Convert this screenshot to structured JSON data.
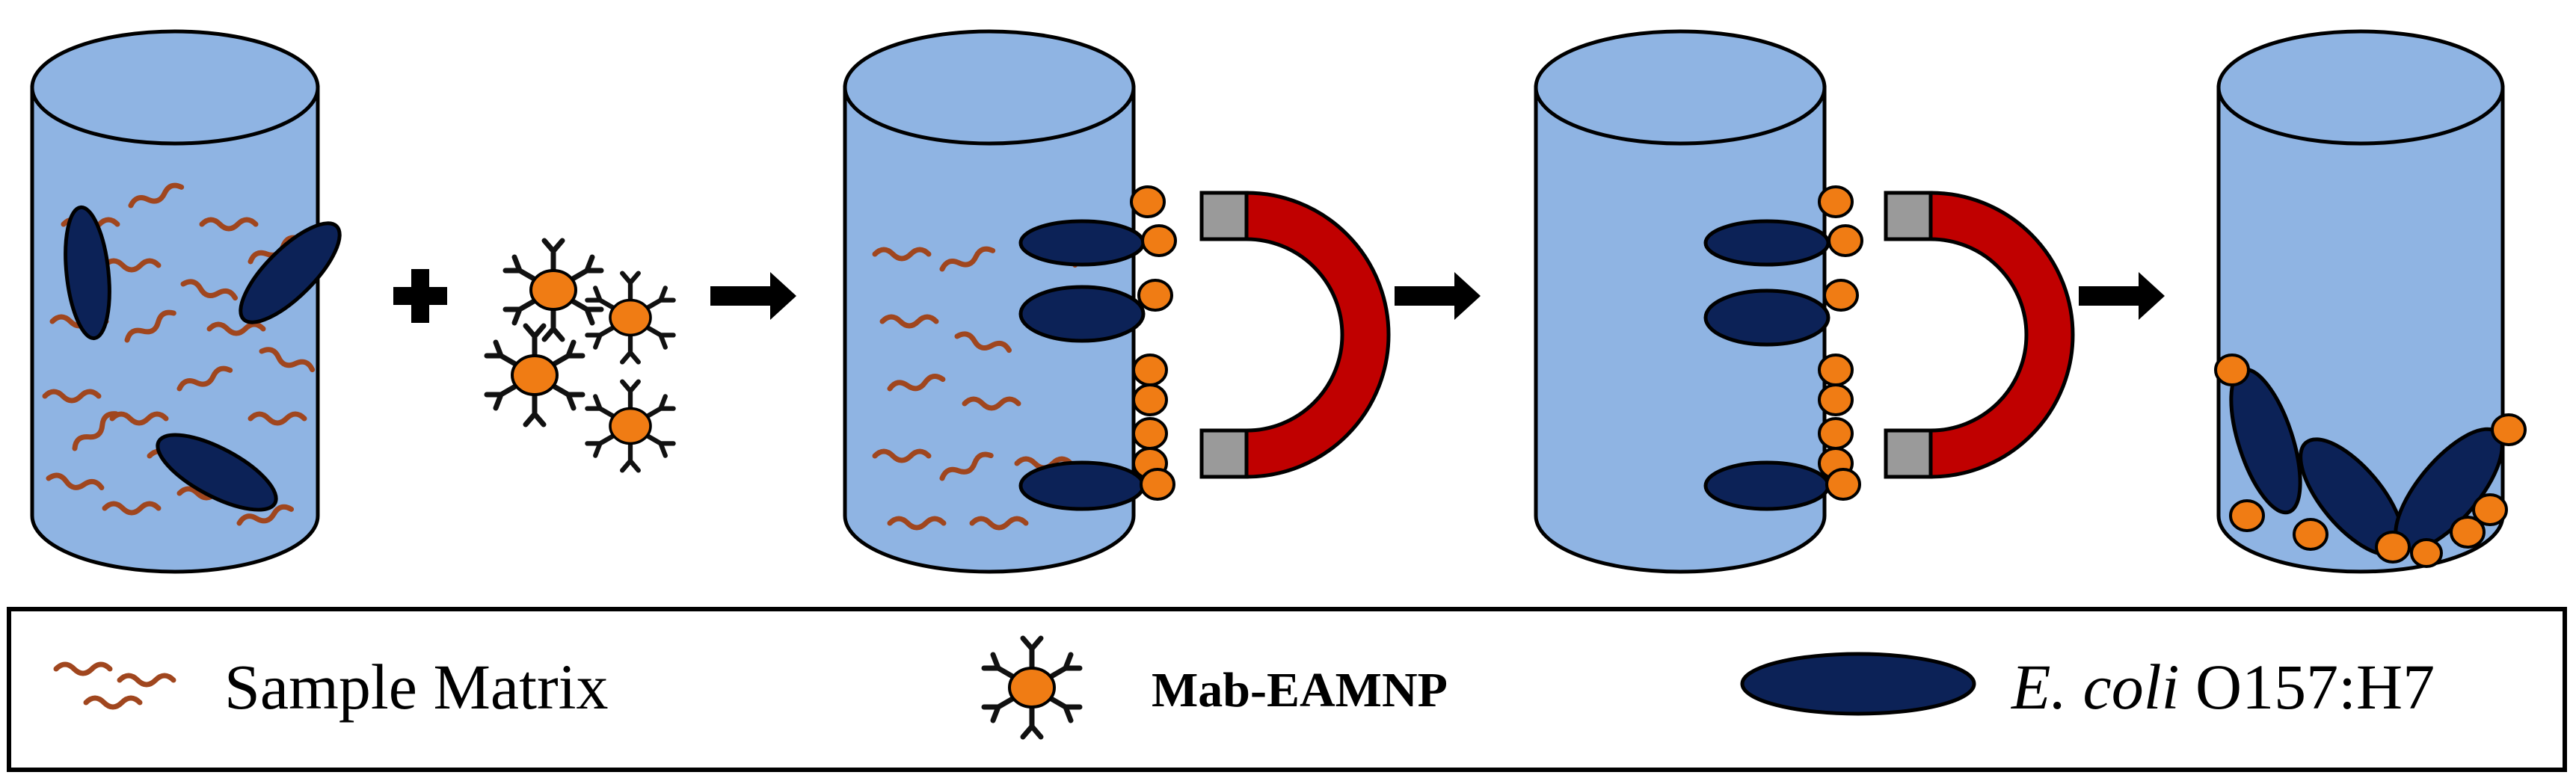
{
  "colors": {
    "liquid": "#8fb4e3",
    "outline": "#000000",
    "matrix": "#a0461e",
    "bacteria": "#0c2257",
    "nanoparticle": "#f07c14",
    "antibody": "#111111",
    "magnet_red": "#c00000",
    "magnet_pole": "#9a9a9a",
    "arrow": "#000000",
    "background": "#ffffff"
  },
  "icons": {
    "plus": "plus-sign-icon",
    "arrow": "right-arrow-icon",
    "magnet": "horseshoe-magnet-icon",
    "matrix": "sample-matrix-squiggle-icon",
    "nanoparticle": "mab-eamnp-icon",
    "bacterium": "ecoli-cell-icon"
  },
  "legend": {
    "matrix_label": "Sample Matrix",
    "mnp_label": "Mab-EAMNP",
    "ecoli_italic": "E. coli",
    "ecoli_strain": " O157:H7"
  }
}
